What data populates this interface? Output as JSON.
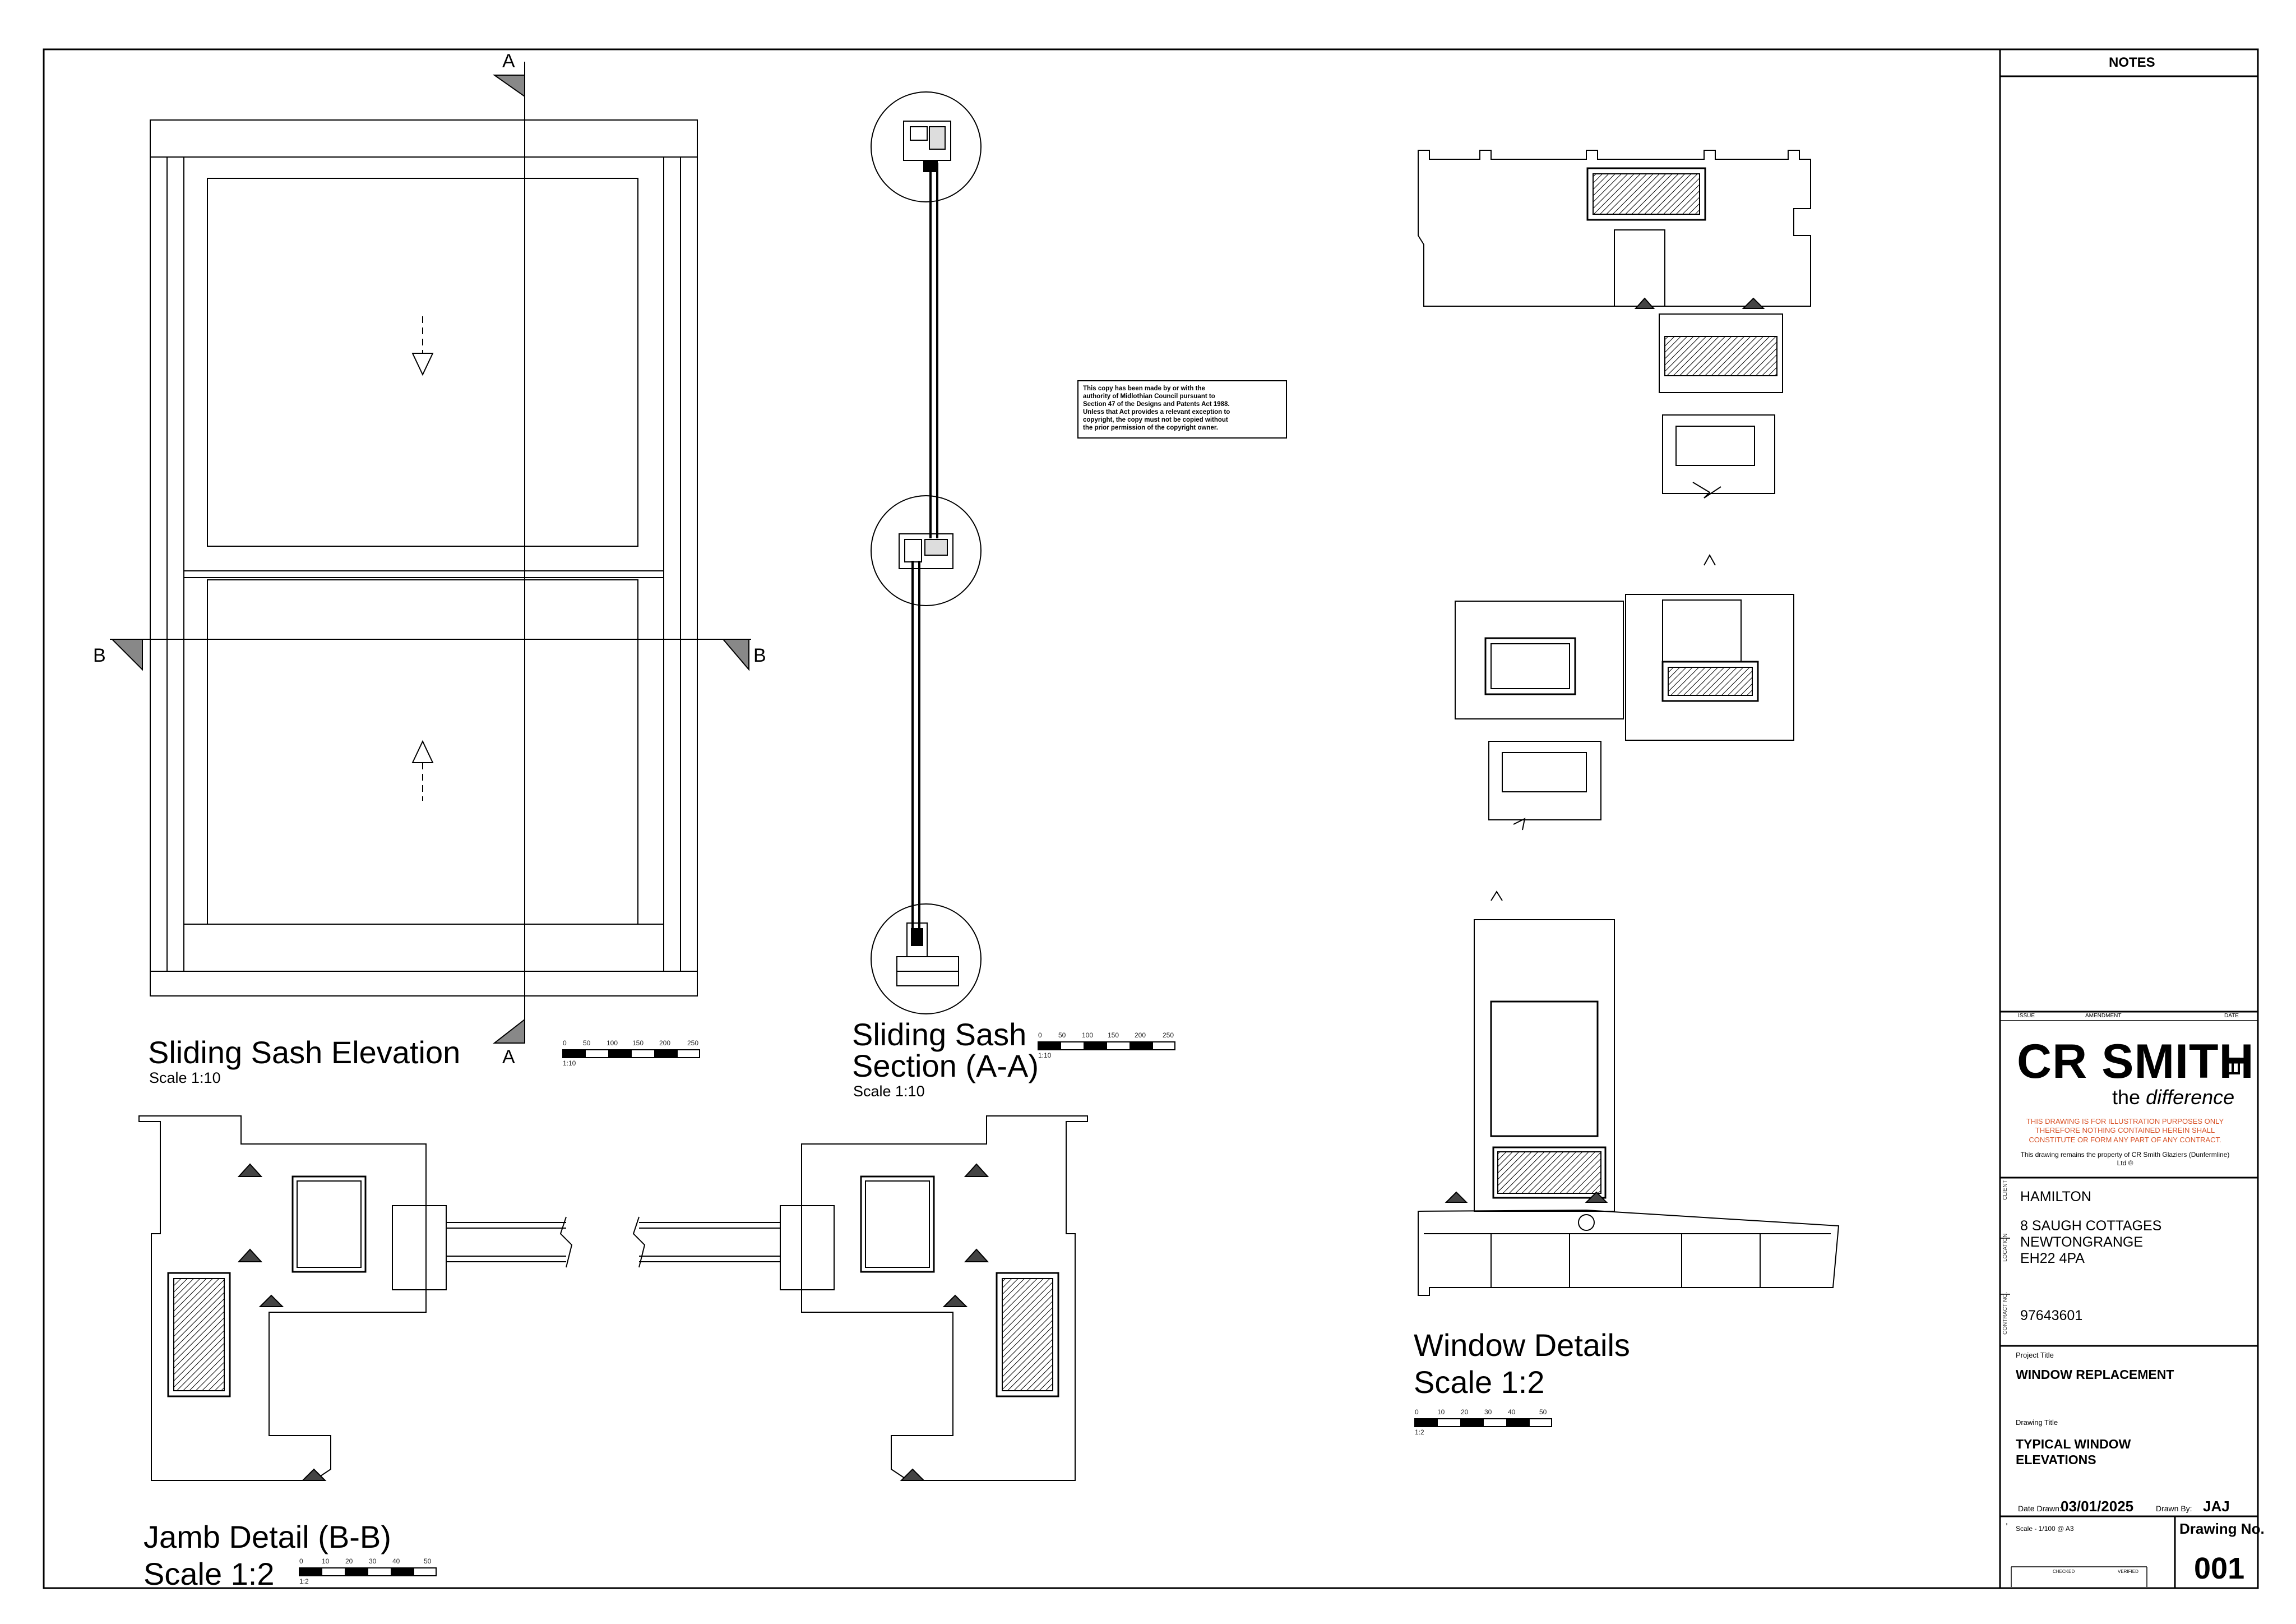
{
  "colors": {
    "ink": "#000000",
    "disclaimer": "#d9552b",
    "shade": "#444444"
  },
  "section_markers": {
    "a": "A",
    "b": "B"
  },
  "labels": {
    "elevation_title": "Sliding Sash Elevation",
    "elevation_scale": "Scale 1:10",
    "section_title_line1": "Sliding Sash",
    "section_title_line2": "Section (A-A)",
    "section_scale": "Scale 1:10",
    "details_title": "Window Details",
    "details_scale": "Scale 1:2",
    "jamb_title": "Jamb Detail (B-B)",
    "jamb_scale": "Scale 1:2"
  },
  "scale_bars": {
    "elevation": {
      "ticks": [
        "0",
        "50",
        "100",
        "150",
        "200",
        "250"
      ],
      "ratio": "1:10"
    },
    "section": {
      "ticks": [
        "0",
        "50",
        "100",
        "150",
        "200",
        "250"
      ],
      "ratio": "1:10"
    },
    "details": {
      "ticks": [
        "0",
        "10",
        "20",
        "30",
        "40",
        "50"
      ],
      "ratio": "1:2"
    },
    "jamb": {
      "ticks": [
        "0",
        "10",
        "20",
        "30",
        "40",
        "50"
      ],
      "ratio": "1:2"
    }
  },
  "copyright_notice": "This copy has been made by or with the authority of Midlothian Council pursuant to Section 47 of the Designs and Patents Act 1988. Unless that Act provides a relevant exception to copyright, the copy must not be copied without the prior permission of the copyright owner.",
  "title_block": {
    "notes_heading": "NOTES",
    "amend_headers": {
      "issue": "ISSUE",
      "amendment": "AMENDMENT",
      "date": "DATE"
    },
    "brand": "CR SMITH",
    "tagline_prefix": "the",
    "tagline_word": "difference",
    "disclaimer": "THIS DRAWING IS FOR ILLUSTRATION PURPOSES ONLY THEREFORE NOTHING CONTAINED HEREIN SHALL CONSTITUTE OR FORM ANY PART OF ANY CONTRACT.",
    "property_note": "This drawing remains the property of CR Smith Glaziers (Dunfermline) Ltd ©",
    "client_label": "CLIENT",
    "client": "HAMILTON",
    "location_label": "LOCATION",
    "address": [
      "8 SAUGH COTTAGES",
      "NEWTONGRANGE",
      "EH22 4PA"
    ],
    "contract_label": "CONTRACT NO.",
    "contract_no": "97643601",
    "project_title_label": "Project Title",
    "project_title": "WINDOW REPLACEMENT",
    "drawing_title_label": "Drawing Title",
    "drawing_title": [
      "TYPICAL WINDOW",
      "ELEVATIONS"
    ],
    "date_drawn_label": "Date Drawn:",
    "date_drawn": "03/01/2025",
    "drawn_by_label": "Drawn By:",
    "drawn_by": "JAJ",
    "scale_text": "Scale - 1/100  @ A3",
    "drawing_no_label": "Drawing No.",
    "drawing_no": "001",
    "checked_label": "CHECKED",
    "verified_label": "VERIFIED"
  }
}
